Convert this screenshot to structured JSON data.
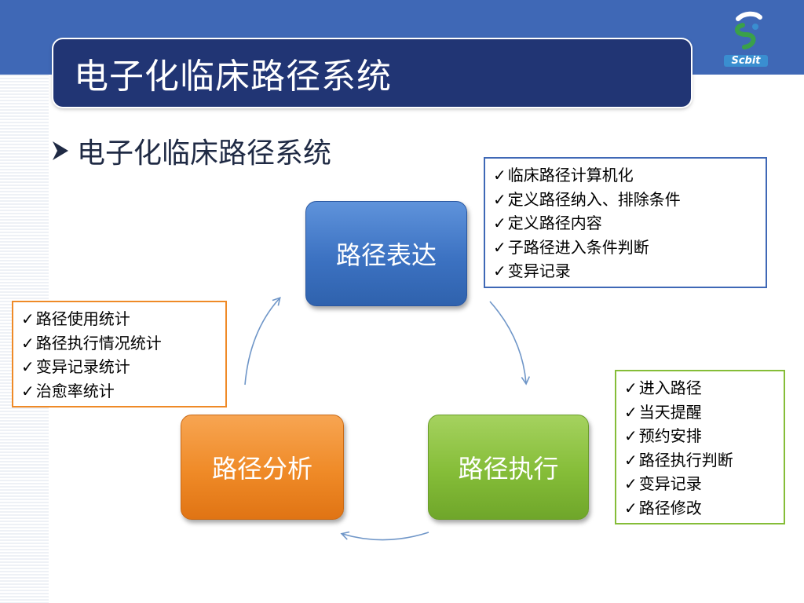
{
  "slide": {
    "title": "电子化临床路径系统",
    "subtitle": "电子化临床路径系统",
    "logo_text": "Scbit"
  },
  "nodes": {
    "top": "路径表达",
    "right": "路径执行",
    "left": "路径分析"
  },
  "boxes": {
    "expression": [
      "临床路径计算机化",
      "定义路径纳入、排除条件",
      "定义路径内容",
      "子路径进入条件判断",
      "变异记录"
    ],
    "analysis": [
      "路径使用统计",
      "路径执行情况统计",
      "变异记录统计",
      "治愈率统计"
    ],
    "execution": [
      "进入路径",
      "当天提醒",
      "预约安排",
      "路径执行判断",
      "变异记录",
      "路径修改"
    ]
  },
  "check_mark": "✓",
  "colors": {
    "header_band": "#3f68b6",
    "title_bar": "#213574",
    "blue_node": "#3c72c2",
    "green_node": "#85bd38",
    "orange_node": "#ef8a27",
    "arrow": "#6f96c8"
  },
  "icons": {
    "subtitle_bullet": "right-arrow-icon",
    "logo": "scbit-logo-icon",
    "check": "check-icon"
  }
}
